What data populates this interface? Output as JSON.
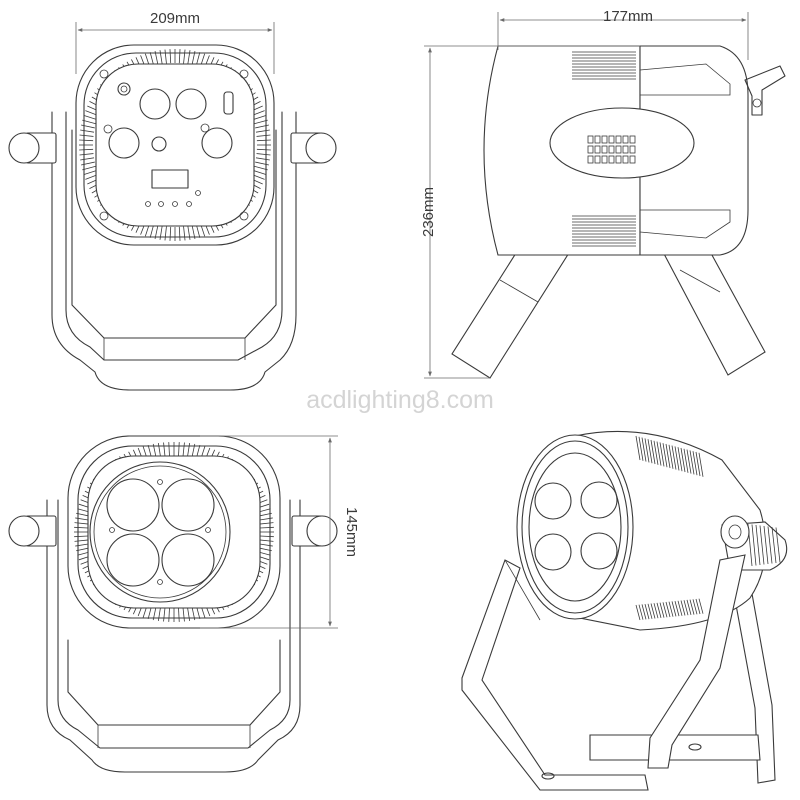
{
  "dimensions": {
    "front_width": "209mm",
    "side_depth": "177mm",
    "side_height": "236mm",
    "lens_height": "145mm"
  },
  "watermark": "acdlighting8.com",
  "views": [
    "rear-view",
    "side-view",
    "front-view",
    "perspective-view"
  ],
  "colors": {
    "line": "#3a3a3a",
    "dimension": "#6a6a6a",
    "watermark": "#d4d4d4"
  }
}
